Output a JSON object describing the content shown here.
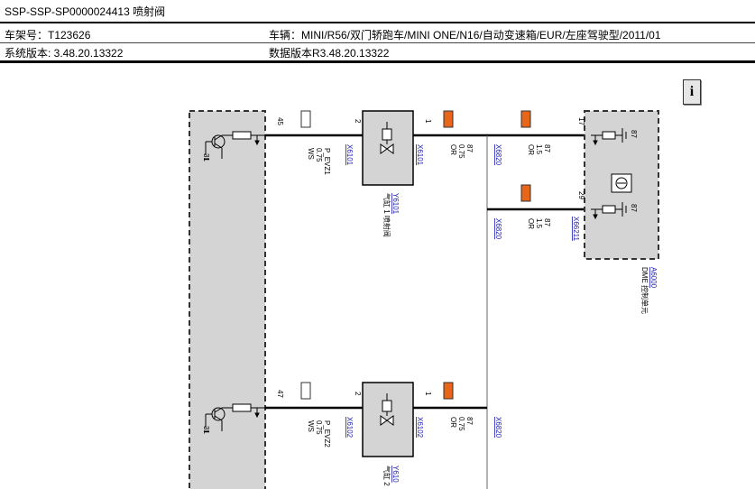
{
  "header": {
    "title": "SSP-SSP-SP0000024413 喷射阀",
    "vin_label": "车架号：T123626",
    "system_version": "系统版本: 3.48.20.13322",
    "vehicle": "车辆：MINI/R56/双门轿跑车/MINI ONE/N16/自动变速箱/EUR/左座驾驶型/2011/01",
    "data_version": "数据版本R3.48.20.13322"
  },
  "info_button": {
    "icon": "info-icon",
    "label": "i"
  },
  "diagram": {
    "colors": {
      "orange": "#e8661a",
      "wire": "#000000",
      "link": "#1a1ab0",
      "ecu_fill": "#d4d4d4"
    },
    "pins": {
      "p45": "45",
      "p2a": "2",
      "p1a": "1",
      "p17": "17",
      "p29": "29",
      "p47": "47",
      "p2b": "2",
      "p1b": "1",
      "p31a": "31",
      "p31b": "31"
    },
    "wire1_left": {
      "name": "P_EVZ1",
      "size": "0.75",
      "color": "WS"
    },
    "wire1_right": {
      "num": "87",
      "size": "0.75",
      "color": "OR"
    },
    "wire_top": {
      "num": "87",
      "size": "1.5",
      "color": "OR"
    },
    "wire_mid": {
      "num": "87",
      "size": "1.5",
      "color": "OR"
    },
    "wire2_left": {
      "name": "P_EVZ2",
      "size": "0.75",
      "color": "WS"
    },
    "wire2_right": {
      "num": "87",
      "size": "0.75",
      "color": "OR"
    },
    "conn": {
      "x6101": "X6101",
      "x6101b": "X6101",
      "x6102": "X6102",
      "x6102b": "X6102",
      "x6820a": "X6820",
      "x6820b": "X6820",
      "x6820c": "X6820",
      "x66211": "X66211"
    },
    "injector1": {
      "id": "Y6101",
      "desc": "气缸 1 喷射阀"
    },
    "injector2": {
      "id": "Y610",
      "desc": "气缸 2"
    },
    "dme": {
      "id": "A6000",
      "desc": "DME 控制单元",
      "r87a": "87",
      "r87b": "87"
    }
  }
}
